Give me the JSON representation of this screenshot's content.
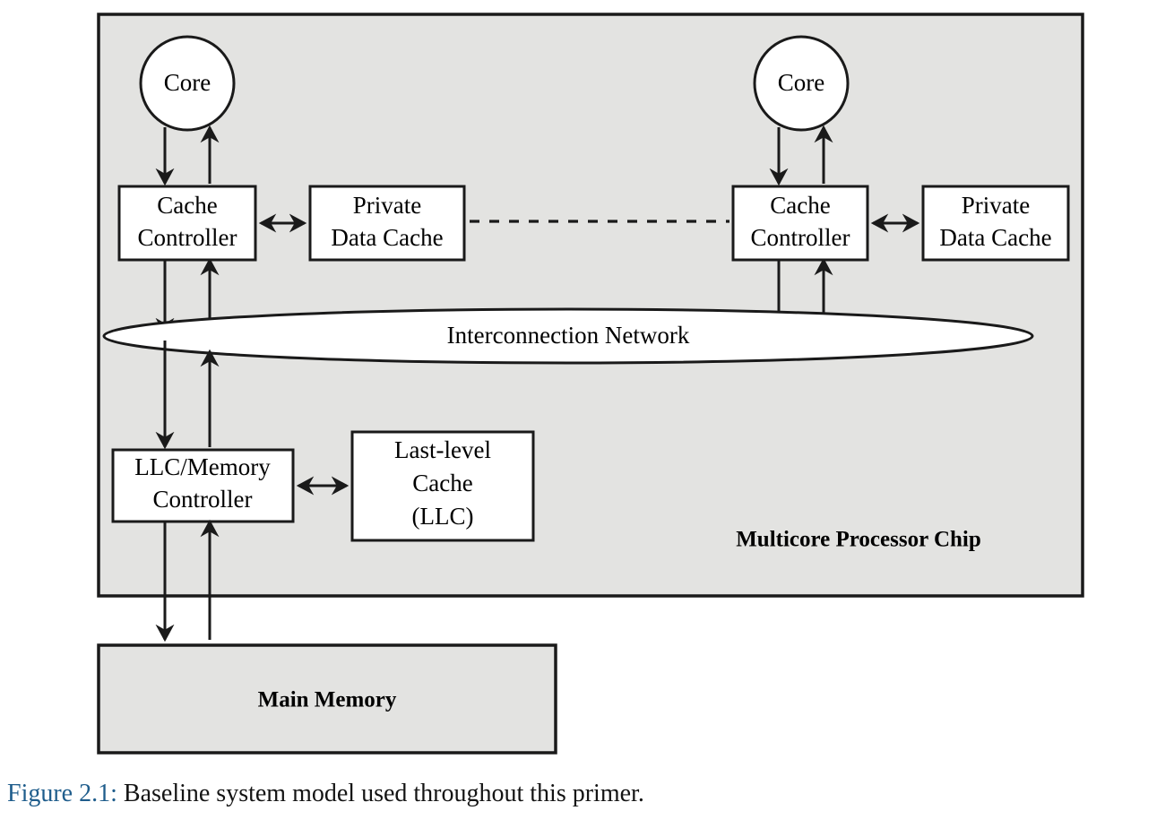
{
  "figure": {
    "caption_label": "Figure 2.1:",
    "caption_text": "Baseline system model used throughout this primer.",
    "caption_label_color": "#1f5d8c"
  },
  "chip": {
    "label": "Multicore Processor Chip",
    "fill_color": "#e3e3e1",
    "border_color": "#1a1a1a"
  },
  "interconnect": {
    "label": "Interconnection Network",
    "shape": "ellipse",
    "fill_color": "#ffffff"
  },
  "cores": [
    {
      "label": "Core",
      "shape": "circle"
    },
    {
      "label": "Core",
      "shape": "circle"
    }
  ],
  "cache_controllers": [
    {
      "line1": "Cache",
      "line2": "Controller"
    },
    {
      "line1": "Cache",
      "line2": "Controller"
    }
  ],
  "private_caches": [
    {
      "line1": "Private",
      "line2": "Data Cache"
    },
    {
      "line1": "Private",
      "line2": "Data Cache"
    }
  ],
  "llc_controller": {
    "line1": "LLC/Memory",
    "line2": "Controller"
  },
  "last_level_cache": {
    "line1": "Last-level",
    "line2": "Cache",
    "line3": "(LLC)"
  },
  "main_memory": {
    "label": "Main Memory",
    "fill_color": "#e3e3e1"
  },
  "connectors": {
    "ellipsis_note": "dashed line indicating repeated core tiles"
  }
}
